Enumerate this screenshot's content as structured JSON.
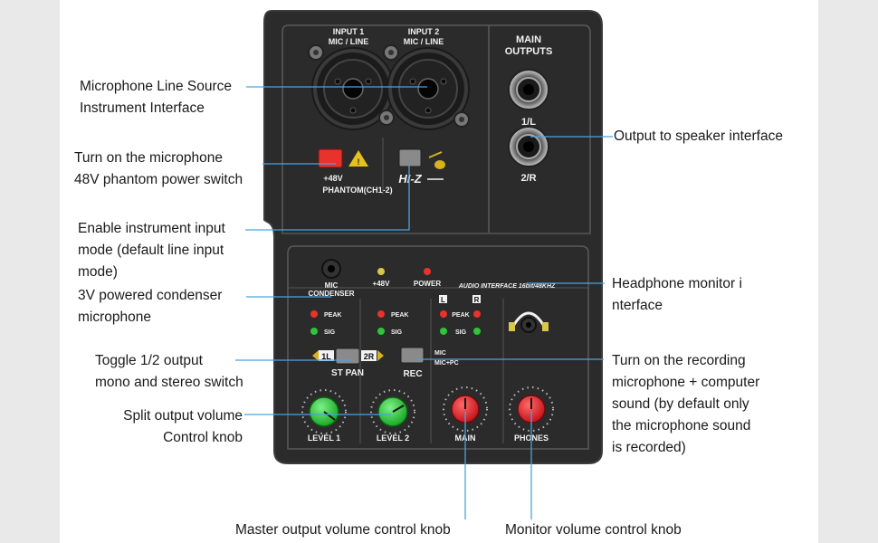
{
  "callouts": {
    "mic_line": [
      "Microphone Line Source",
      "Instrument Interface"
    ],
    "phantom": [
      "Turn on the microphone",
      "48V phantom power switch"
    ],
    "instrument": [
      "Enable instrument input",
      "mode (default line input",
      "mode)"
    ],
    "condenser": [
      "3V powered condenser",
      "microphone"
    ],
    "toggle": [
      "Toggle 1/2 output",
      "mono and stereo switch"
    ],
    "split": [
      "Split output volume",
      "Control knob"
    ],
    "master": "Master output volume control knob",
    "monitor": "Monitor volume control knob",
    "output": "Output to speaker interface",
    "headphone": [
      "Headphone monitor i",
      "nterface"
    ],
    "recording": [
      "Turn on the recording",
      "microphone + computer",
      "sound (by default only",
      "the microphone sound",
      "is recorded)"
    ]
  },
  "device": {
    "input1": [
      "INPUT 1",
      "MIC / LINE"
    ],
    "input2": [
      "INPUT 2",
      "MIC / LINE"
    ],
    "main_outputs": [
      "MAIN",
      "OUTPUTS"
    ],
    "out_1l": "1/L",
    "out_2r": "2/R",
    "plus48v": "+48V",
    "phantom_ch": "PHANTOM(CH1-2)",
    "hiz": "HI-Z",
    "mic_condenser": [
      "MIC",
      "CONDENSER"
    ],
    "led_48v": "+48V",
    "led_power": "POWER",
    "audio_interface": "AUDIO INTERFACE 16bit/48KHZ",
    "peak": "PEAK",
    "sig": "SIG",
    "l": "L",
    "r": "R",
    "st_1l": "1L",
    "st_2r": "2R",
    "st_pan": "ST PAN",
    "rec": "REC",
    "rec_mic": "MIC",
    "rec_micpc": "MIC+PC",
    "level1": "LEVEL 1",
    "level2": "LEVEL 2",
    "main": "MAIN",
    "phones": "PHONES"
  },
  "colors": {
    "device_body": "#2b2b2b",
    "callout_line": "#4aa3df",
    "phantom_button": "#e8322c",
    "green_knob": "#2ec43b",
    "red_knob": "#e0262b"
  }
}
